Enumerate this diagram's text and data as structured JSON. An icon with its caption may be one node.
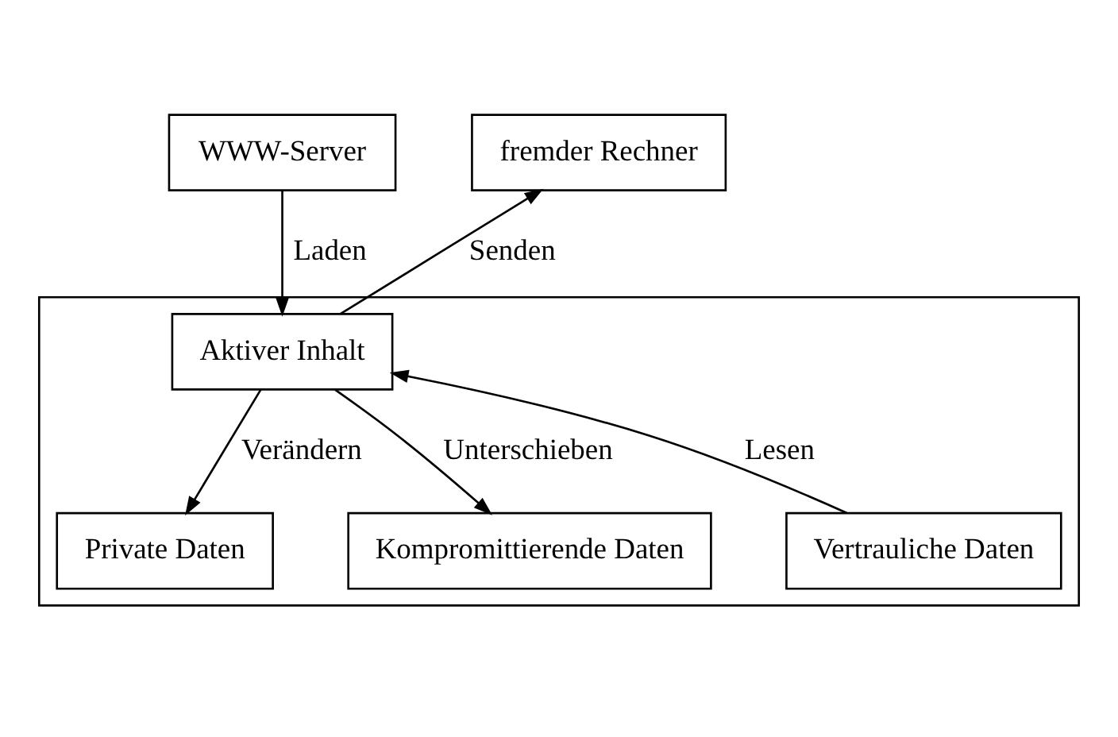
{
  "diagram": {
    "nodes": [
      {
        "text": [
          "WWW-Server"
        ]
      },
      {
        "text": [
          "fremder Rechner"
        ]
      },
      {
        "text": [],
        "shape": "box"
      },
      {
        "text": [
          "Aktiver Inhalt"
        ],
        "in": 2
      },
      {
        "text": [
          "Private Daten"
        ],
        "in": 2
      },
      {
        "text": [
          "Kompromittierende Daten"
        ],
        "in": 2
      },
      {
        "text": [
          "Vertrauliche Daten"
        ],
        "in": 2
      }
    ],
    "edges": [
      {
        "from": 0,
        "to": 3,
        "arrow": "to",
        "label": "Laden"
      },
      {
        "from": 3,
        "to": 1,
        "arrow": "to",
        "label": "Senden"
      },
      {
        "from": 3,
        "to": 4,
        "arrow": "to",
        "label": "Verändern"
      },
      {
        "from": 3,
        "to": 5,
        "arrow": "to",
        "label": "Unterschieben"
      },
      {
        "from": 6,
        "to": 3,
        "arrow": "to",
        "label": "Lesen"
      }
    ]
  }
}
